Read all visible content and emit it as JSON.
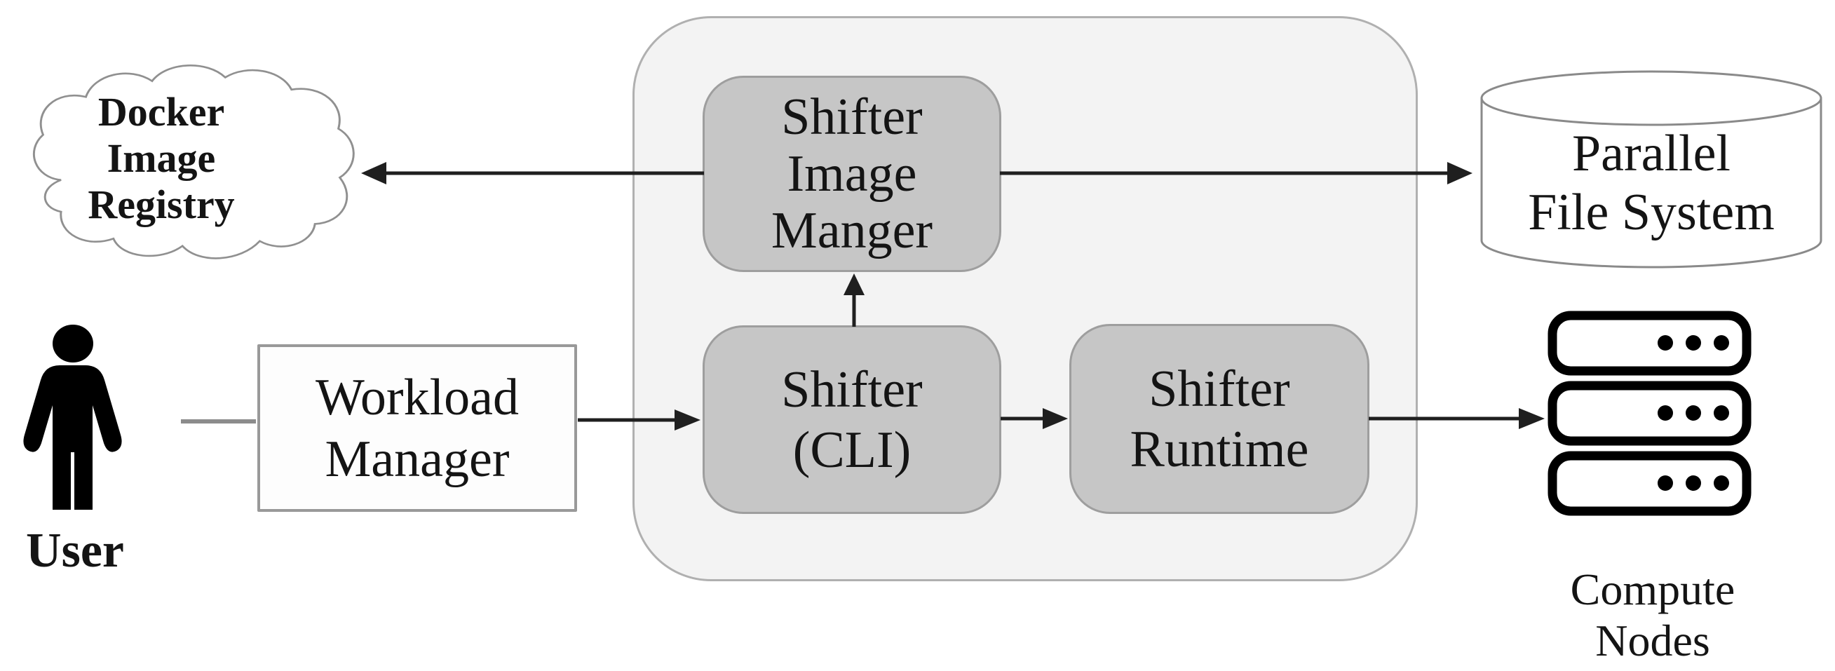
{
  "registry": {
    "label": "Docker\nImage\nRegistry"
  },
  "user": {
    "label": "User"
  },
  "workload_manager": {
    "label": "Workload\nManager"
  },
  "shifter": {
    "image_manager": {
      "label": "Shifter\nImage\nManger"
    },
    "cli": {
      "label": "Shifter\n(CLI)"
    },
    "runtime": {
      "label": "Shifter\nRuntime"
    }
  },
  "parallel_file_system": {
    "label": "Parallel\nFile System"
  },
  "compute_nodes": {
    "label": "Compute\nNodes",
    "count": 3,
    "node_icon": "server-with-ellipsis-dots"
  },
  "connections": [
    {
      "from": "shifter-image-manager",
      "to": "docker-image-registry",
      "arrow": "into-registry"
    },
    {
      "from": "shifter-image-manager",
      "to": "parallel-file-system",
      "arrow": "into-file-system"
    },
    {
      "from": "shifter-cli",
      "to": "shifter-image-manager",
      "arrow": "up"
    },
    {
      "from": "user",
      "to": "workload-manager",
      "arrow": "plain-line"
    },
    {
      "from": "workload-manager",
      "to": "shifter-cli",
      "arrow": "right"
    },
    {
      "from": "shifter-cli",
      "to": "shifter-runtime",
      "arrow": "right"
    },
    {
      "from": "shifter-runtime",
      "to": "compute-nodes",
      "arrow": "right"
    }
  ],
  "colors": {
    "box_fill": "#c6c6c6",
    "box_border": "#9e9e9e",
    "container_fill": "#f3f3f3",
    "container_border": "#b0b0b0",
    "workload_fill": "#fdfdfd",
    "arrow": "#1f1f1f",
    "user_line": "#8c8c8c",
    "node_border": "#000000",
    "shape_stroke": "#909090",
    "text": "#141414"
  }
}
